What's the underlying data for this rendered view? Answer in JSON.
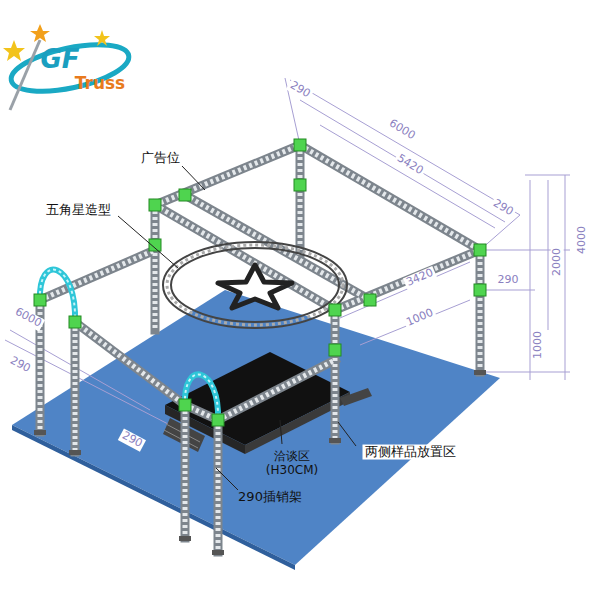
{
  "diagram": {
    "labels": [
      "GF",
      "Truss",
      "广告位",
      "五角星造型",
      "洽谈区 (H30CM)",
      "两侧样品放置区",
      "290插销架",
      "290",
      "6000",
      "5420",
      "290",
      "4000",
      "2000",
      "290",
      "1000",
      "3420",
      "6000",
      "290",
      "290",
      "1000"
    ]
  }
}
